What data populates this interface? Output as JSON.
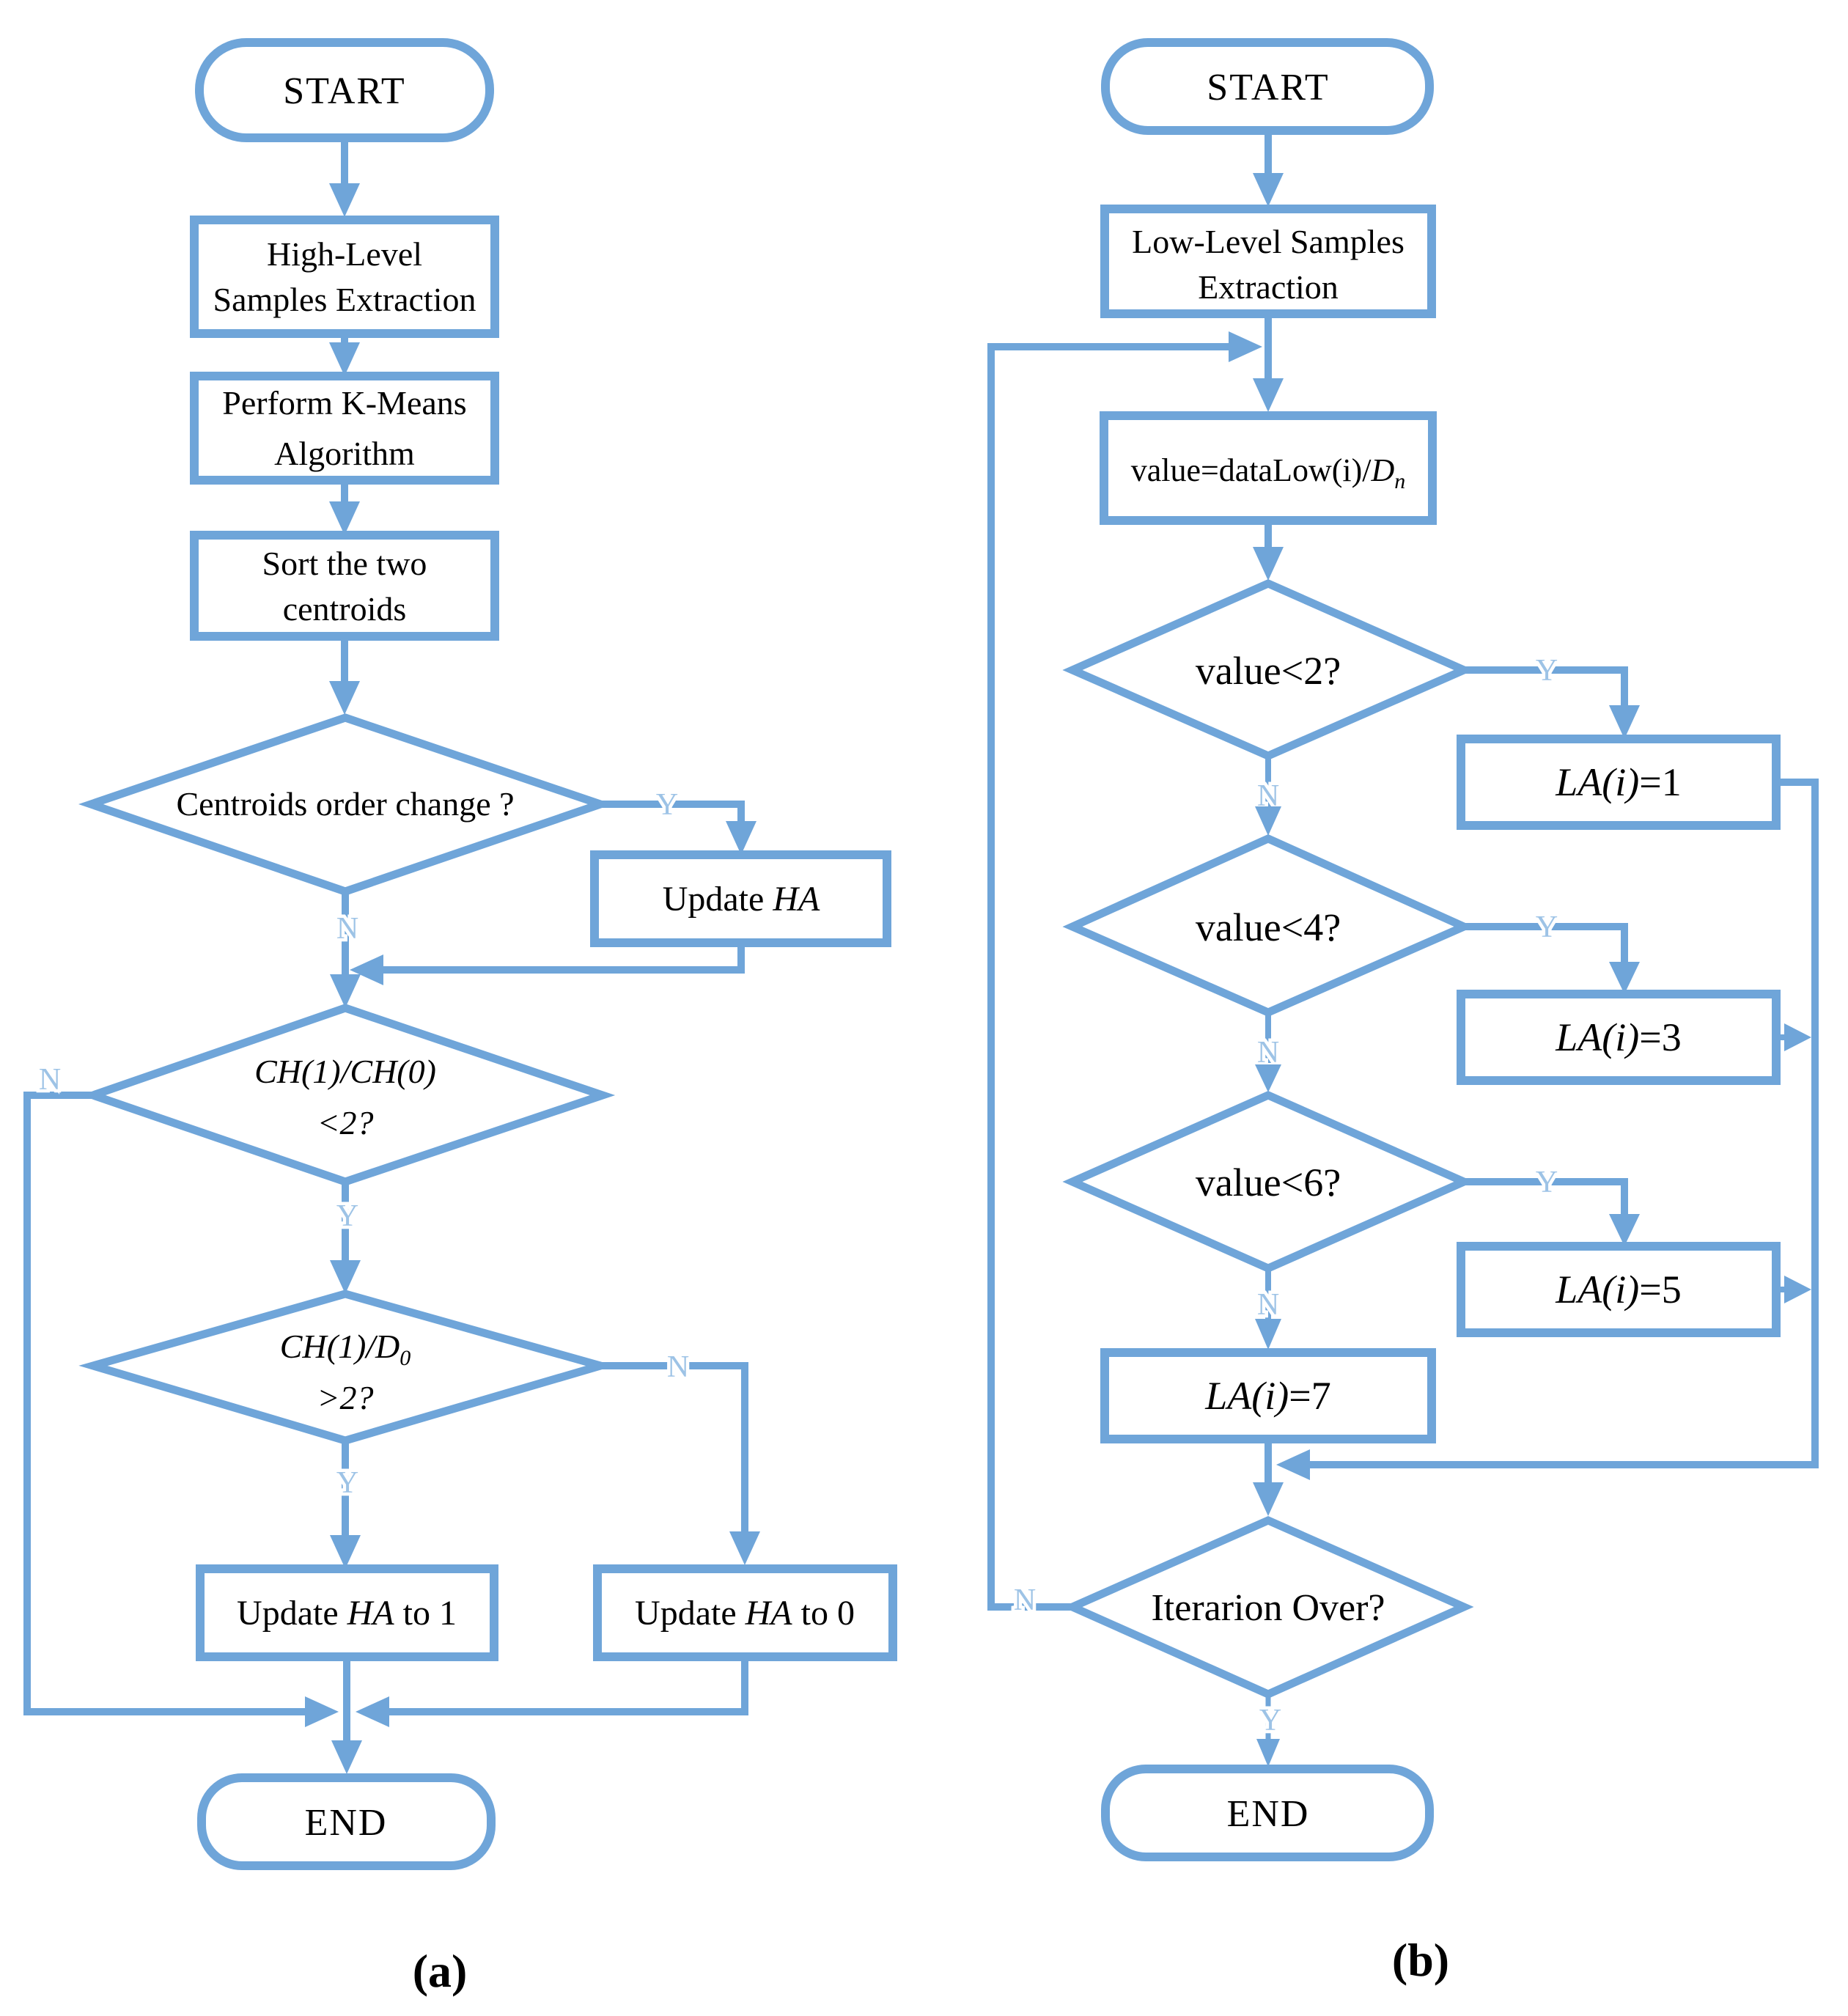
{
  "figure": {
    "caption_a": "(a)",
    "caption_b": "(b)"
  },
  "labels": {
    "yes": "Y",
    "no": "N"
  },
  "colors": {
    "line": "#6FA5D9",
    "yn_label": "#9DC3E6",
    "text": "#000000"
  },
  "chart_a": {
    "start": "START",
    "end": "END",
    "box_extract": {
      "line1": "High-Level",
      "line2": "Samples Extraction"
    },
    "box_kmeans": {
      "line1": "Perform K-Means",
      "line2": "Algorithm"
    },
    "box_sort": {
      "line1": "Sort the two",
      "line2": "centroids"
    },
    "decision_order": "Centroids order change ?",
    "box_update": {
      "pre": "Update ",
      "var": "HA"
    },
    "decision_ratio": {
      "line1": "CH(1)/CH(0)",
      "line2": "<2?"
    },
    "decision_d0": {
      "line1_main": "CH(1)/D",
      "line1_sub": "0",
      "line2": ">2?"
    },
    "box_update1": {
      "pre": "Update ",
      "var": "HA",
      "post": " to 1"
    },
    "box_update0": {
      "pre": "Update ",
      "var": "HA",
      "post": " to 0"
    }
  },
  "chart_b": {
    "start": "START",
    "end": "END",
    "box_extract": {
      "line1": "Low-Level Samples",
      "line2": "Extraction"
    },
    "box_value": {
      "pre": "value=dataLow(i)/",
      "var": "D",
      "sub": "n"
    },
    "decision_lt2": "value<2?",
    "decision_lt4": "value<4?",
    "decision_lt6": "value<6?",
    "box_la1": {
      "var": "LA(i)",
      "eq": "=1"
    },
    "box_la3": {
      "var": "LA(i)",
      "eq": "=3"
    },
    "box_la5": {
      "var": "LA(i)",
      "eq": "=5"
    },
    "box_la7": {
      "var": "LA(i)",
      "eq": "=7"
    },
    "decision_iter": "Iterarion Over?"
  }
}
